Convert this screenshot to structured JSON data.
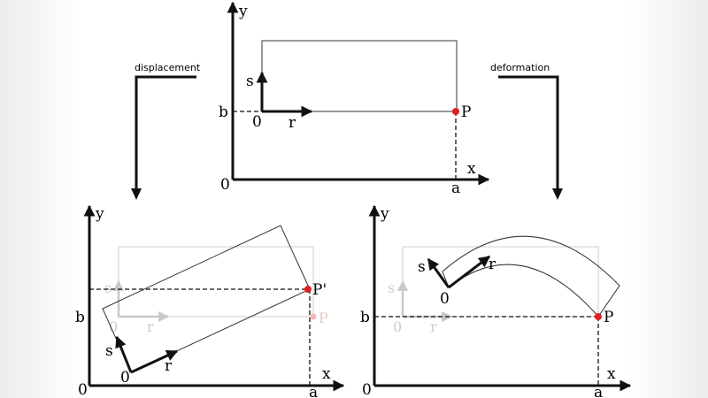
{
  "colors": {
    "ink": "#111111",
    "ghost": "#c8c8c8",
    "point": "#e02020",
    "point_ghost": "#f2b8b8",
    "side_fade": "#f0f0f0"
  },
  "arrows": {
    "left_label": "displacement",
    "right_label": "deformation"
  },
  "top_panel": {
    "axis_x": "x",
    "axis_y": "y",
    "origin": "0",
    "tick_a": "a",
    "tick_b": "b",
    "local_origin": "0",
    "local_r": "r",
    "local_s": "s",
    "point": "P"
  },
  "left_panel": {
    "axis_x": "x",
    "axis_y": "y",
    "origin": "0",
    "tick_a": "a",
    "tick_b": "b",
    "local_origin": "0",
    "local_r": "r",
    "local_s": "s",
    "ghost_origin": "0",
    "ghost_r": "r",
    "ghost_s": "s",
    "point": "P'",
    "ghost_point": "P"
  },
  "right_panel": {
    "axis_x": "x",
    "axis_y": "y",
    "origin": "0",
    "tick_a": "a",
    "tick_b": "b",
    "local_origin": "0",
    "local_r": "r",
    "local_s": "s",
    "ghost_origin": "0",
    "ghost_r": "r",
    "ghost_s": "s",
    "point": "P"
  }
}
